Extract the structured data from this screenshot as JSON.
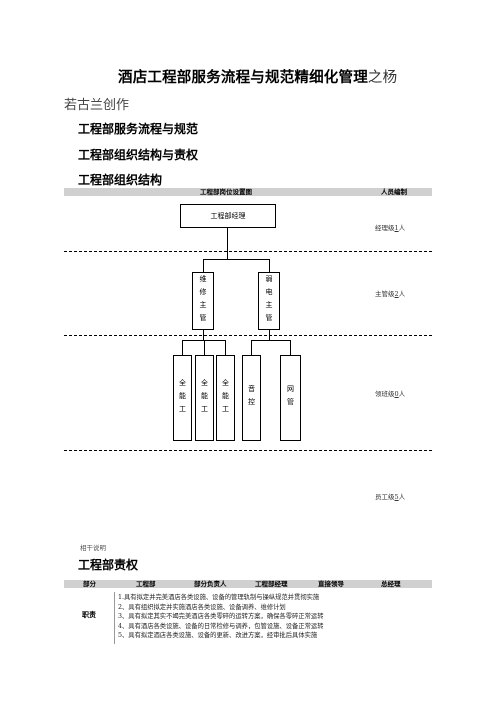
{
  "doc": {
    "title_main": "酒店工程部服务流程与规范精细化管理",
    "title_tail": "之杨",
    "author": "若古兰创作",
    "heading1": "工程部服务流程与规范",
    "heading2": "工程部组织结构与责权",
    "heading3": "工程部组织结构",
    "heading4": "工程部责权"
  },
  "org_chart": {
    "bar_left": "工程部岗位设置图",
    "bar_right": "人员编制",
    "manager": "工程部经理",
    "supervisors": [
      "维修主管",
      "弱电主管"
    ],
    "staff": [
      "全能工",
      "全能工",
      "全能工",
      "音控",
      "网管"
    ],
    "levels": [
      {
        "prefix": "经理级",
        "count": "1",
        "suffix": "人"
      },
      {
        "prefix": "主管级",
        "count": "2",
        "suffix": "人"
      },
      {
        "prefix": "领班级",
        "count": "0",
        "suffix": "人"
      },
      {
        "prefix": "员工级",
        "count": "5",
        "suffix": "人"
      }
    ],
    "note": "相干说明"
  },
  "duty_table": {
    "headers": [
      "部分",
      "工程部",
      "部分负责人",
      "工程部经理",
      "直接领导",
      "总经理"
    ],
    "row_label": "职责",
    "items": [
      "1.具有拟定并完美酒店各类设施、设备的管理轨制与操纵规范并贯彻实施",
      "2、具有组织拟定并实施酒店各类设施、设备调养、维修计划",
      "3、具有拟定其实不竭完美酒店各类零碎的运转方案，确保各零碎正常运转",
      "4、具有酒店各类设施、设备的日常检修与调养，包管设施、设备正常运转",
      "5、具有拟定酒店各类设施、设备的更新、改进方案，经审批后具体实施"
    ]
  }
}
